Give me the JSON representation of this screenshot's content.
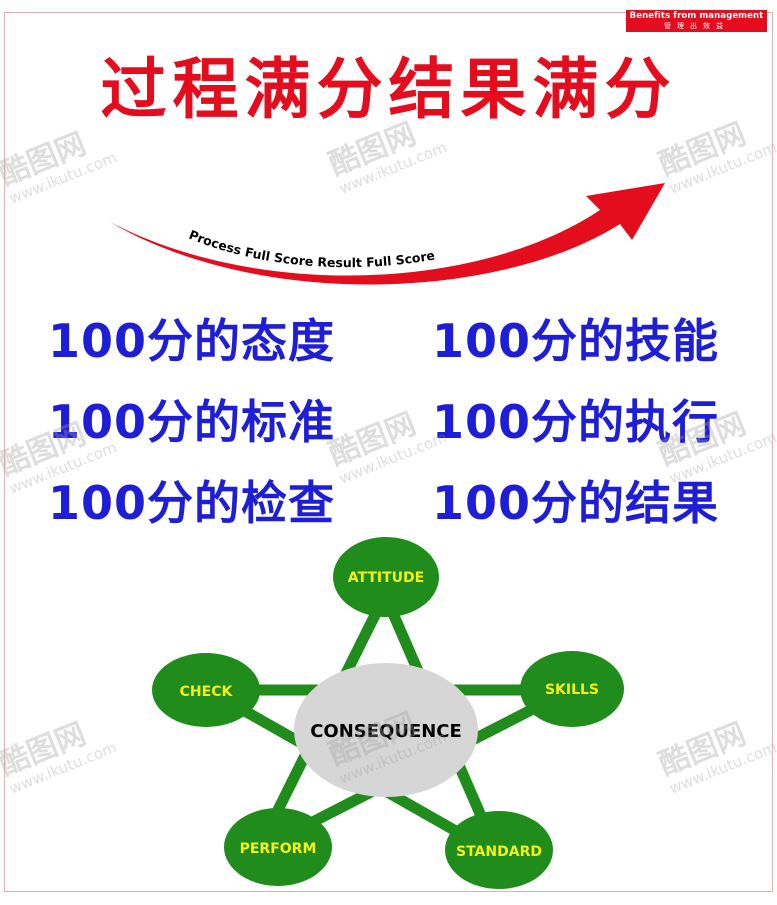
{
  "brand": {
    "en": "Benefits from management",
    "zh": "管理出效益"
  },
  "title": "过程满分结果满分",
  "arrow_text": "Process Full Score Result Full Score",
  "lines": {
    "left": [
      "100分的态度",
      "100分的标准",
      "100分的检查"
    ],
    "right": [
      "100分的技能",
      "100分的执行",
      "100分的结果"
    ]
  },
  "diagram": {
    "center": "CONSEQUENCE",
    "nodes": [
      "ATTITUDE",
      "SKILLS",
      "STANDARD",
      "PERFORM",
      "CHECK"
    ]
  },
  "watermark": {
    "cn": "酷图网",
    "url": "www.ikutu.com"
  },
  "colors": {
    "red": "#e30d1e",
    "blue": "#1e1ed7",
    "green": "#1f8c1c",
    "node_text": "#f5f01a",
    "center_fill": "#d6d6d6"
  }
}
